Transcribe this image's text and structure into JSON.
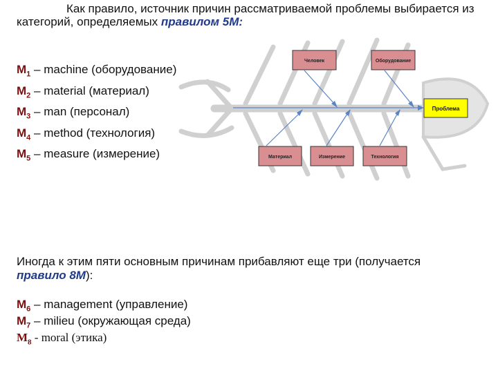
{
  "intro": {
    "text_before": "Как правило, источник причин рассматриваемой проблемы выбирается из категорий, определяемых ",
    "rule": "правилом 5M",
    "text_after": ":"
  },
  "list5m": [
    {
      "letter": "M",
      "index": "1",
      "text": " – machine (оборудование)"
    },
    {
      "letter": "M",
      "index": "2",
      "text": " – material (материал)"
    },
    {
      "letter": "M",
      "index": "3",
      "text": " – man (персонал)"
    },
    {
      "letter": "M",
      "index": "4",
      "text": " – method (технология)"
    },
    {
      "letter": "M",
      "index": "5",
      "text": " – measure (измерение)"
    }
  ],
  "diagram": {
    "top_boxes": [
      "Человек",
      "Оборудование"
    ],
    "bottom_boxes": [
      "Материал",
      "Измерение",
      "Технология"
    ],
    "problem": "Проблема",
    "colors": {
      "box_fill": "#d98f92",
      "problem_fill": "#ffff00",
      "arrow": "#5a84c4",
      "fish": "#d0d0d0"
    }
  },
  "para2": {
    "text_before": "Иногда к этим пяти основным причинам прибавляют еще три (получается ",
    "rule": "правило 8M",
    "text_after": "):"
  },
  "list8m": [
    {
      "letter": "M",
      "index": "6",
      "text": " – management (управление)"
    },
    {
      "letter": "M",
      "index": "7",
      "text": " – milieu (окружающая среда)"
    },
    {
      "letter": "M",
      "index": "8",
      "text": " - moral (этика)"
    }
  ]
}
